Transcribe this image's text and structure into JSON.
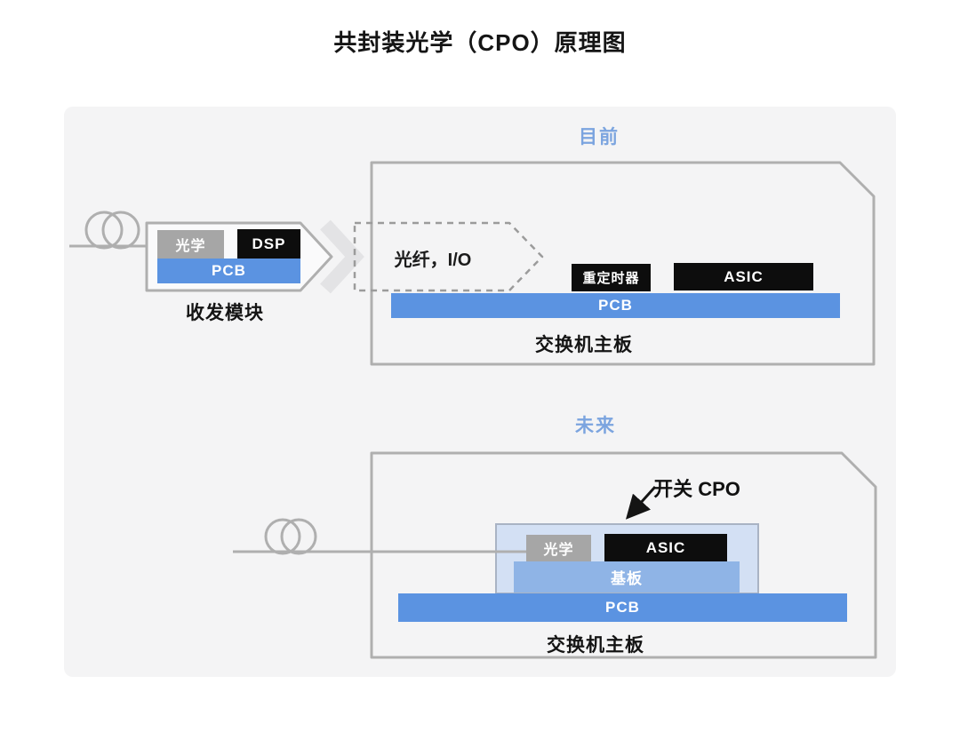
{
  "title": "共封装光学（CPO）原理图",
  "sections": {
    "current": {
      "heading": "目前",
      "transceiver": {
        "optics": "光学",
        "dsp": "DSP",
        "pcb": "PCB",
        "caption": "收发模块"
      },
      "fiber_io_label": "光纤，I/O",
      "mainboard": {
        "retimer": "重定时器",
        "asic": "ASIC",
        "pcb": "PCB",
        "caption": "交换机主板"
      }
    },
    "future": {
      "heading": "未来",
      "cpo_pointer_label": "开关 CPO",
      "package": {
        "optics": "光学",
        "asic": "ASIC",
        "substrate": "基板"
      },
      "mainboard": {
        "pcb": "PCB",
        "caption": "交换机主板"
      }
    }
  },
  "icons": {
    "fiber_coil": "fiber-coil-icon",
    "flow_chevron": "chevron-right-icon",
    "pointer_arrow": "arrow-down-left-icon"
  },
  "colors": {
    "accent_blue": "#7BA4DF",
    "pcb_blue": "#5B93E1",
    "substrate_blue": "#8FB4E6",
    "package_blue": "#D3E0F4",
    "optics_gray": "#A6A6A6",
    "chip_black": "#0D0D0D",
    "outline_gray": "#AFAFAF",
    "panel_bg": "#F4F4F5"
  }
}
